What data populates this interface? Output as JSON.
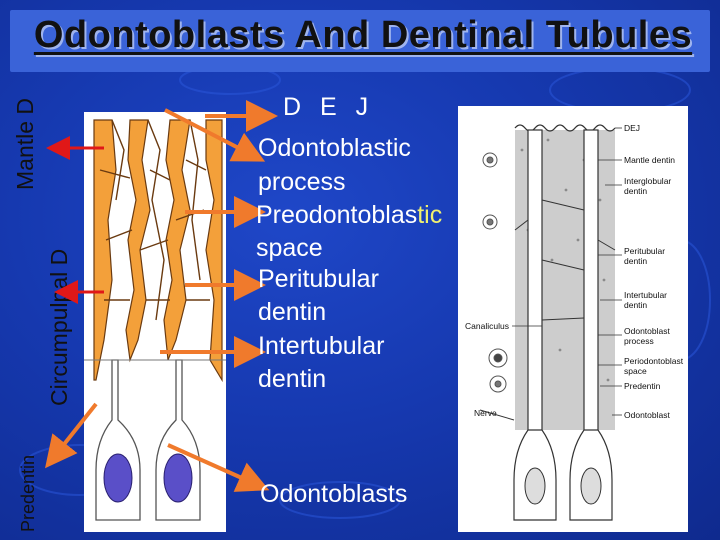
{
  "slide": {
    "title": "Odontoblasts And Dentinal Tubules",
    "side_labels": {
      "mantle": "Mantle D",
      "circumpulpal": "Circumpulpal D",
      "predentin": "Predentin"
    },
    "center_labels": {
      "dej": "D E J",
      "odontoblastic_process_1": "Odontoblastic",
      "odontoblastic_process_2": "process",
      "preodontoblastic_1": "Preodontoblas",
      "preodontoblastic_1_tail": "tic",
      "preodontoblastic_2": "space",
      "peritubular_1": "Peritubular",
      "peritubular_2": "dentin",
      "intertubular_1": "Intertubular",
      "intertubular_2": "dentin",
      "odontoblasts": "Odontoblasts"
    },
    "figure_labels": {
      "dej": "DEJ",
      "mantle_dentin": "Mantle dentin",
      "interglobular_1": "Interglobular",
      "interglobular_2": "dentin",
      "peritubular_1": "Peritubular",
      "peritubular_2": "dentin",
      "intertubular_1": "Intertubular",
      "intertubular_2": "dentin",
      "canaliculus": "Canaliculus",
      "odontoblast_process_1": "Odontoblast",
      "odontoblast_process_2": "process",
      "periodontoblast_1": "Periodontoblast",
      "periodontoblast_2": "space",
      "predentin": "Predentin",
      "nerve": "Nerve",
      "odontoblast": "Odontoblast"
    },
    "colors": {
      "background": "#1639b0",
      "title_bar": "#3a63d8",
      "arrow_orange": "#f07a2c",
      "arrow_red": "#e01818",
      "cell_nucleus": "#5a4fc8",
      "drawing_orange": "#f3a03a"
    }
  }
}
